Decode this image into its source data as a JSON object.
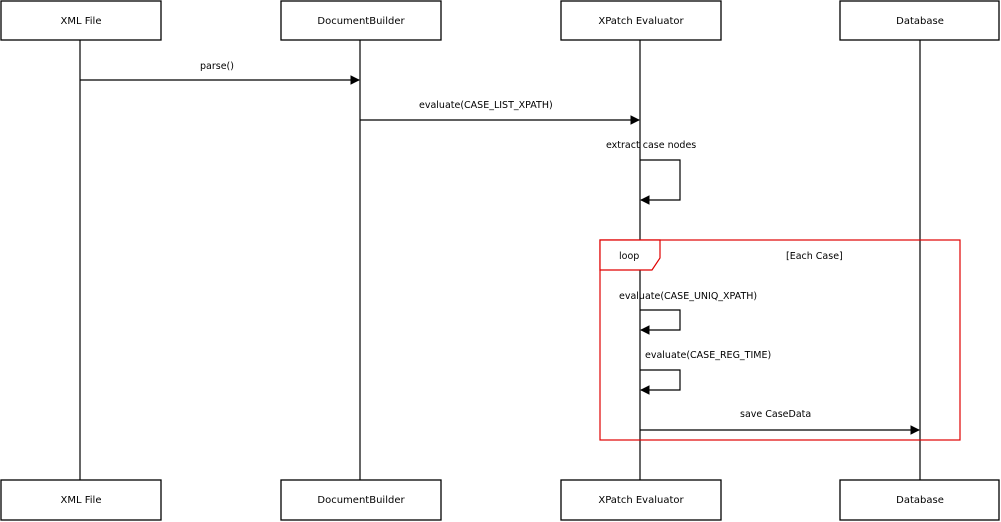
{
  "participants": [
    {
      "id": "xml_file",
      "label": "XML File"
    },
    {
      "id": "document_builder",
      "label": "DocumentBuilder"
    },
    {
      "id": "xpatch_evaluator",
      "label": "XPatch Evaluator"
    },
    {
      "id": "database",
      "label": "Database"
    }
  ],
  "messages": [
    {
      "from": "xml_file",
      "to": "document_builder",
      "label": "parse()"
    },
    {
      "from": "document_builder",
      "to": "xpatch_evaluator",
      "label": "evaluate(CASE_LIST_XPATH)"
    },
    {
      "from": "xpatch_evaluator",
      "to": "xpatch_evaluator",
      "label": "extract case nodes"
    },
    {
      "from": "xpatch_evaluator",
      "to": "xpatch_evaluator",
      "label": "evaluate(CASE_UNIQ_XPATH)"
    },
    {
      "from": "xpatch_evaluator",
      "to": "xpatch_evaluator",
      "label": "evaluate(CASE_REG_TIME)"
    },
    {
      "from": "xpatch_evaluator",
      "to": "database",
      "label": "save CaseData"
    }
  ],
  "loop_frame": {
    "label": "loop",
    "condition": "[Each Case]"
  },
  "colors": {
    "line": "#000000",
    "frame": "#e00000",
    "background": "#ffffff"
  }
}
